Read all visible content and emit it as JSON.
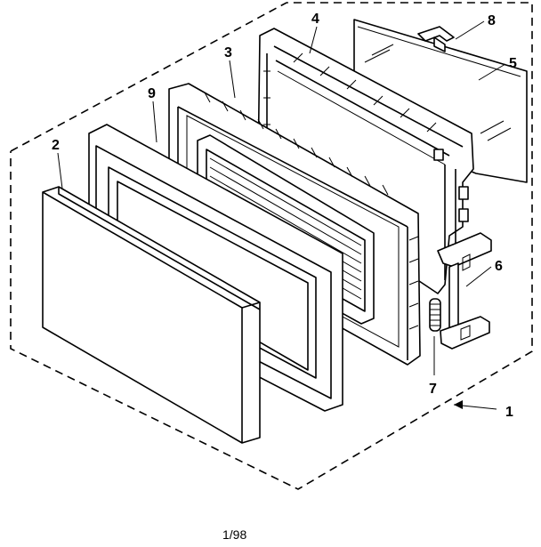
{
  "diagram": {
    "callouts": [
      {
        "id": "1",
        "label": "1"
      },
      {
        "id": "2",
        "label": "2"
      },
      {
        "id": "3",
        "label": "3"
      },
      {
        "id": "4",
        "label": "4"
      },
      {
        "id": "5",
        "label": "5"
      },
      {
        "id": "6",
        "label": "6"
      },
      {
        "id": "7",
        "label": "7"
      },
      {
        "id": "8",
        "label": "8"
      },
      {
        "id": "9",
        "label": "9"
      }
    ],
    "footer_code": "1/98"
  },
  "colors": {
    "line": "#000000",
    "background": "#ffffff"
  }
}
